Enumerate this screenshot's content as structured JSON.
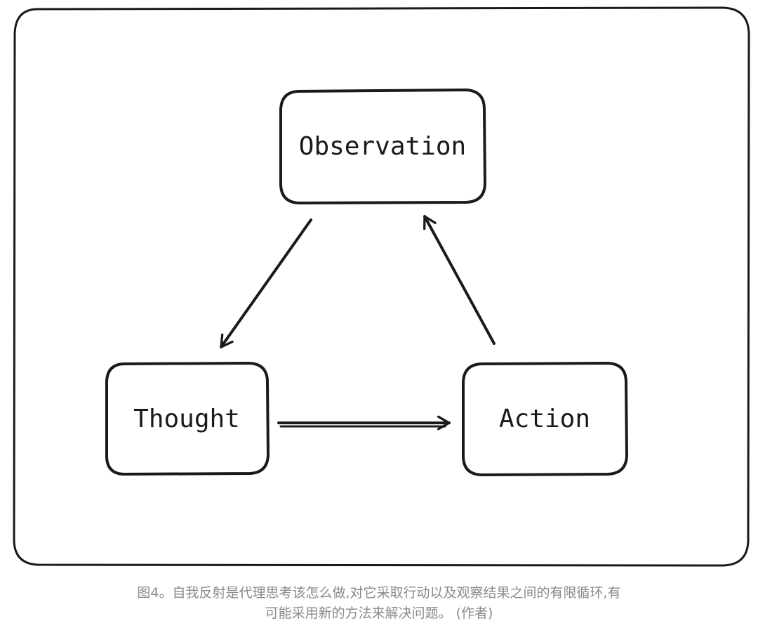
{
  "diagram": {
    "nodes": {
      "observation": "Observation",
      "thought": "Thought",
      "action": "Action"
    },
    "edges": [
      {
        "from": "Observation",
        "to": "Thought"
      },
      {
        "from": "Thought",
        "to": "Action"
      },
      {
        "from": "Action",
        "to": "Observation"
      }
    ]
  },
  "caption": {
    "line1": "图4。自我反射是代理思考该怎么做,对它采取行动以及观察结果之间的有限循环,有",
    "line2": "可能采用新的方法来解决问题。 (作者)"
  }
}
